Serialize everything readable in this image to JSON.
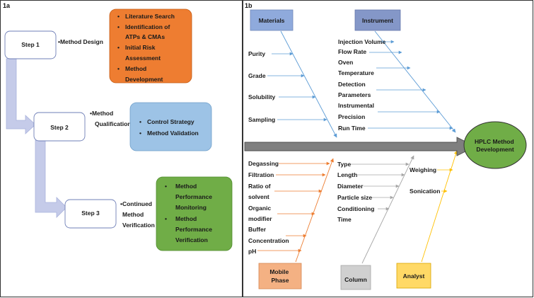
{
  "panel_a": {
    "label": "1a",
    "steps": [
      {
        "name": "Step 1",
        "desc": [
          "•Method Design"
        ],
        "box_items": [
          [
            "Literature Search"
          ],
          [
            "Identification of",
            "ATPs & CMAs"
          ],
          [
            "Initial Risk",
            "Assessment"
          ],
          [
            "Method",
            "Development"
          ]
        ]
      },
      {
        "name": "Step 2",
        "desc": [
          "•Method",
          "Qualification"
        ],
        "box_items": [
          [
            "Control Strategy"
          ],
          [
            "Method Validation"
          ]
        ]
      },
      {
        "name": "Step 3",
        "desc": [
          "•Continued",
          "Method",
          "Verification"
        ],
        "box_items": [
          [
            "Method",
            "Performance",
            "Monitoring"
          ],
          [
            "Method",
            "Performance",
            "Verification"
          ]
        ]
      }
    ],
    "bullet": "•",
    "colors": {
      "step1_box": "#ee7d31",
      "step2_box": "#9dc3e6",
      "step3_box": "#70ad47",
      "connector": "#c5cbe9"
    }
  },
  "panel_b": {
    "label": "1b",
    "categories": {
      "materials": "Materials",
      "instrument": "Instrument",
      "mobile_phase": [
        "Mobile",
        "Phase"
      ],
      "column": "Column",
      "analyst": "Analyst"
    },
    "outcome": [
      "HPLC Method",
      "Development"
    ],
    "materials_factors": [
      "Purity",
      "Grade",
      "Solubility",
      "Sampling"
    ],
    "instrument_factors": [
      "Injection Volume",
      "Flow Rate",
      "Oven",
      "Temperature",
      "Detection",
      "Parameters",
      "Instrumental",
      "Precision",
      "Run Time"
    ],
    "mobile_phase_factors": [
      "Degassing",
      "Filtration",
      "Ratio of",
      "solvent",
      "Organic",
      "modifier",
      "Buffer",
      "Concentration",
      "pH"
    ],
    "column_factors": [
      "Type",
      "Length",
      "Diameter",
      "Particle size",
      "Conditioning",
      "Time"
    ],
    "analyst_factors": [
      "Weighing",
      "Sonication"
    ],
    "colors": {
      "materials_box": "#8faadc",
      "instrument_box": "#8497c8",
      "mobile_phase_box": "#f4b183",
      "column_box": "#d0d0d0",
      "analyst_box": "#ffd966",
      "outcome": "#70ad47",
      "spine": "#7f7f7f",
      "blue_arrow": "#5b9bd5",
      "orange_arrow": "#ed7d31",
      "grey_arrow": "#a6a6a6",
      "yellow_arrow": "#ffc000"
    }
  }
}
